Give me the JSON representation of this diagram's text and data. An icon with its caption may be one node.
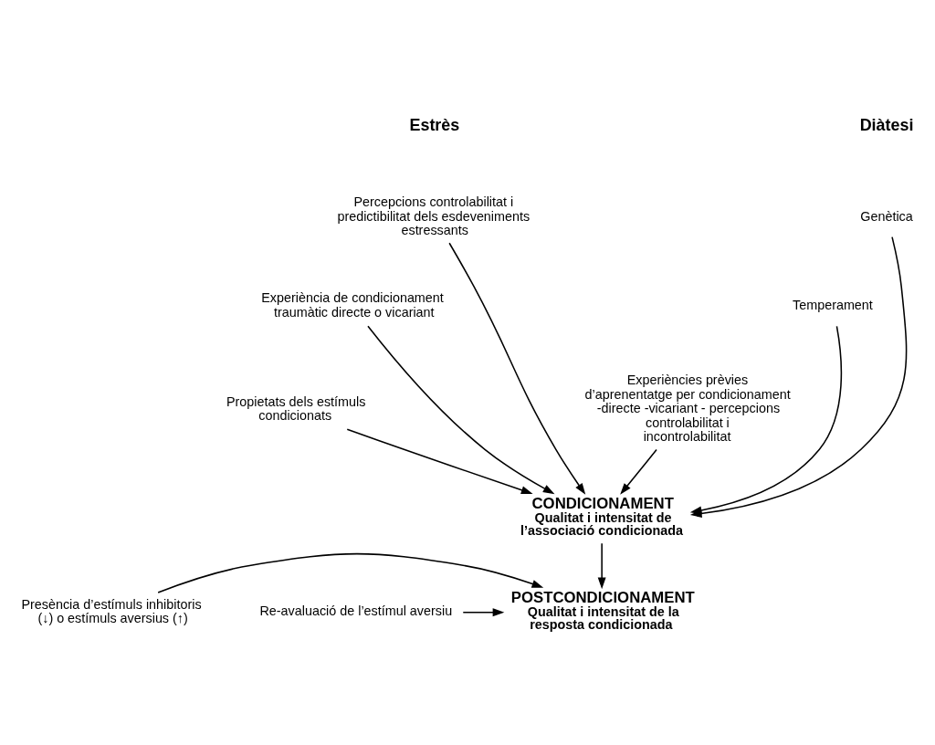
{
  "diagram": {
    "nodes": [
      {
        "text": [
          "Genètica"
        ]
      },
      {
        "text": [
          "Temperament"
        ]
      },
      {
        "text": [
          "Experiències prèvies d’aprenentatge per condicionament -directe -vicariant - percepcions controlabilitat i incontrolabilitat"
        ]
      },
      {
        "text": [
          "Percepcions controlabilitat i predictibilitat dels esdeveniments estressants"
        ]
      },
      {
        "text": [
          "Experiència de condicionament traumàtic directe o vicariant"
        ]
      },
      {
        "text": [
          "Propietats dels estímuls condicionats"
        ]
      },
      {
        "text": [
          "CONDICIONAMENT",
          "Qualitat i intensitat de l’associació condicionada"
        ]
      },
      {
        "text": [
          "POSTCONDICIONAMENT",
          "Qualitat i intensitat de la resposta condicionada"
        ]
      },
      {
        "text": [
          "Presència d’estímuls inhibitoris (↓) o estímuls aversius (↑)"
        ]
      },
      {
        "text": [
          "Re-avaluació de l’estímul aversiu"
        ]
      }
    ],
    "edges": [
      {
        "from": 2,
        "to": 6,
        "arrow": "to"
      },
      {
        "from": 1,
        "to": 6,
        "arrow": "to"
      },
      {
        "from": 0,
        "to": 6,
        "arrow": "to"
      },
      {
        "from": 3,
        "to": 6,
        "arrow": "to"
      },
      {
        "from": 4,
        "to": 6,
        "arrow": "to"
      },
      {
        "from": 5,
        "to": 6,
        "arrow": "to"
      },
      {
        "from": 6,
        "to": 7,
        "arrow": "to"
      },
      {
        "from": 8,
        "to": 7,
        "arrow": "to"
      },
      {
        "from": 9,
        "to": 7,
        "arrow": "to"
      }
    ],
    "labels": [
      "Diàtesi",
      "Estrès"
    ]
  }
}
